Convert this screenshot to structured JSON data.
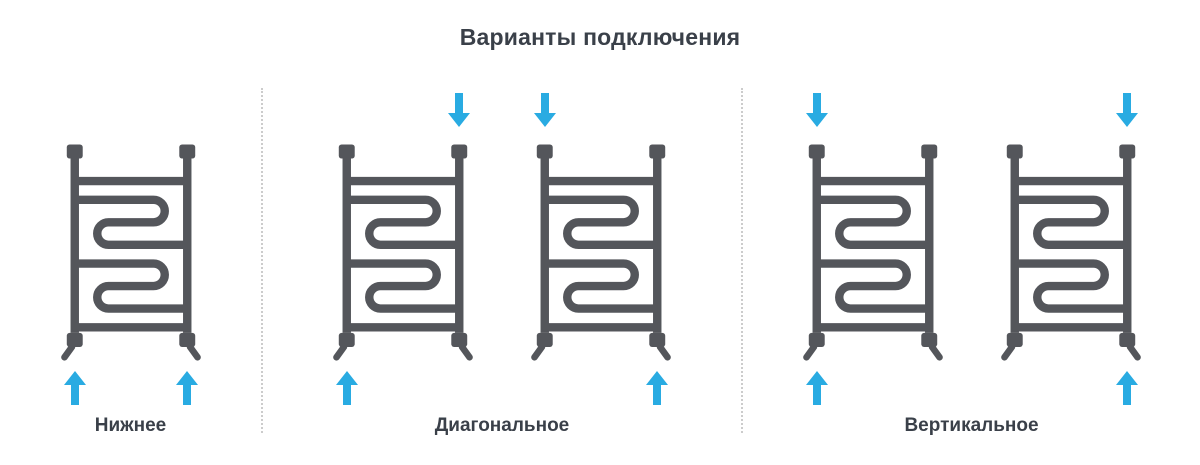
{
  "title": "Варианты подключения",
  "colors": {
    "pipe": "#54565B",
    "arrow": "#29ABE2",
    "text": "#3A4049",
    "separator": "#CCCCCC",
    "background": "#FFFFFF"
  },
  "variants": [
    {
      "id": "bottom",
      "label": "Нижнее",
      "units": [
        {
          "top_arrows": [],
          "bottom_arrows": [
            "left",
            "right"
          ]
        }
      ]
    },
    {
      "id": "diagonal",
      "label": "Диагональное",
      "units": [
        {
          "top_arrows": [
            "right"
          ],
          "bottom_arrows": [
            "left"
          ]
        },
        {
          "top_arrows": [
            "left"
          ],
          "bottom_arrows": [
            "right"
          ]
        }
      ]
    },
    {
      "id": "vertical",
      "label": "Вертикальное",
      "units": [
        {
          "top_arrows": [
            "left"
          ],
          "bottom_arrows": [
            "left"
          ]
        },
        {
          "top_arrows": [
            "right"
          ],
          "bottom_arrows": [
            "right"
          ]
        }
      ]
    }
  ]
}
